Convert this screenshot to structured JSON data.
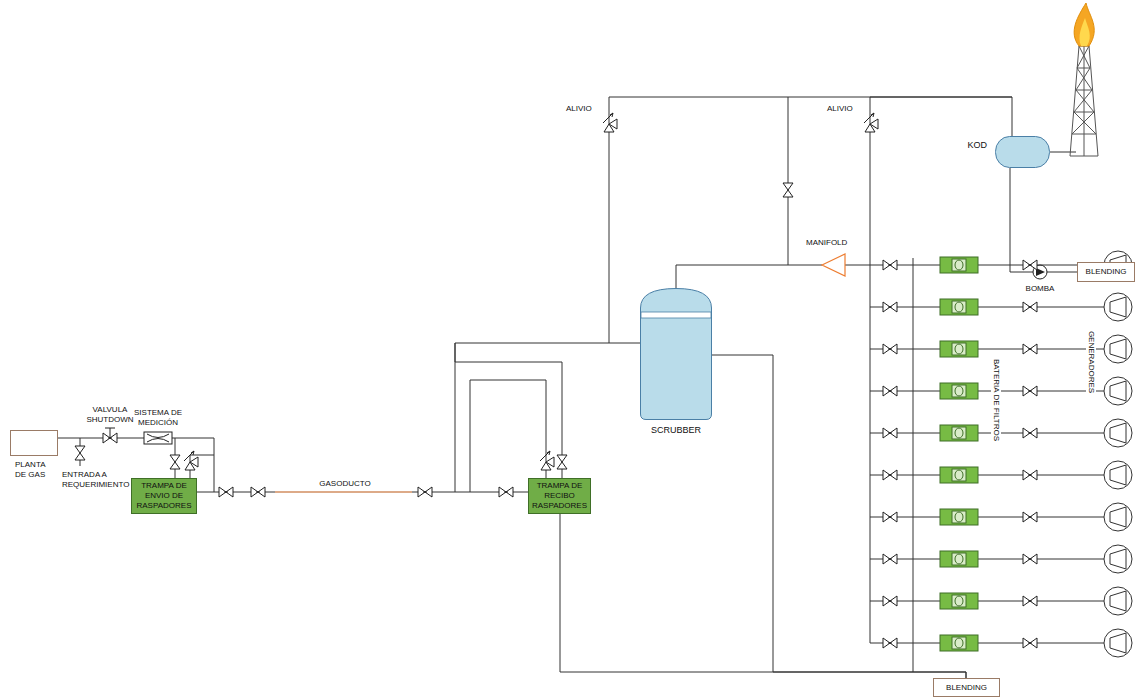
{
  "diagram": {
    "nodes": [
      {
        "text": [
          "PLANTA DE GAS"
        ]
      },
      {
        "text": [
          "TRAMPA DE ENVIO DE RASPADORES"
        ]
      },
      {
        "text": [
          "TRAMPA DE RECIBO RASPADORES"
        ]
      },
      {
        "text": [
          "SCRUBBER"
        ]
      },
      {
        "text": [
          "KOD"
        ]
      },
      {
        "text": [
          "BLENDING"
        ]
      },
      {
        "text": [
          "BLENDING"
        ]
      }
    ],
    "edges": [
      {
        "from": 0,
        "to": 1,
        "arrow": "none"
      },
      {
        "from": 1,
        "to": 2,
        "arrow": "none"
      },
      {
        "from": 2,
        "to": 3,
        "arrow": "none"
      },
      {
        "from": 3,
        "to": 4,
        "arrow": "none"
      },
      {
        "from": 4,
        "to": 5,
        "arrow": "none"
      },
      {
        "from": 2,
        "to": 6,
        "arrow": "none"
      },
      {
        "from": 3,
        "to": 6,
        "arrow": "none"
      }
    ],
    "labels": [
      "VALVULA SHUTDOWN",
      "SISTEMA DE MEDICIÓN",
      "ENTRADA A REQUERIMIENTO",
      "GASODUCTO",
      "ALIVIO",
      "ALIVIO",
      "MANIFOLD",
      "BOMBA",
      "BATERIA DE FILTROS",
      "GENERADORES"
    ]
  }
}
